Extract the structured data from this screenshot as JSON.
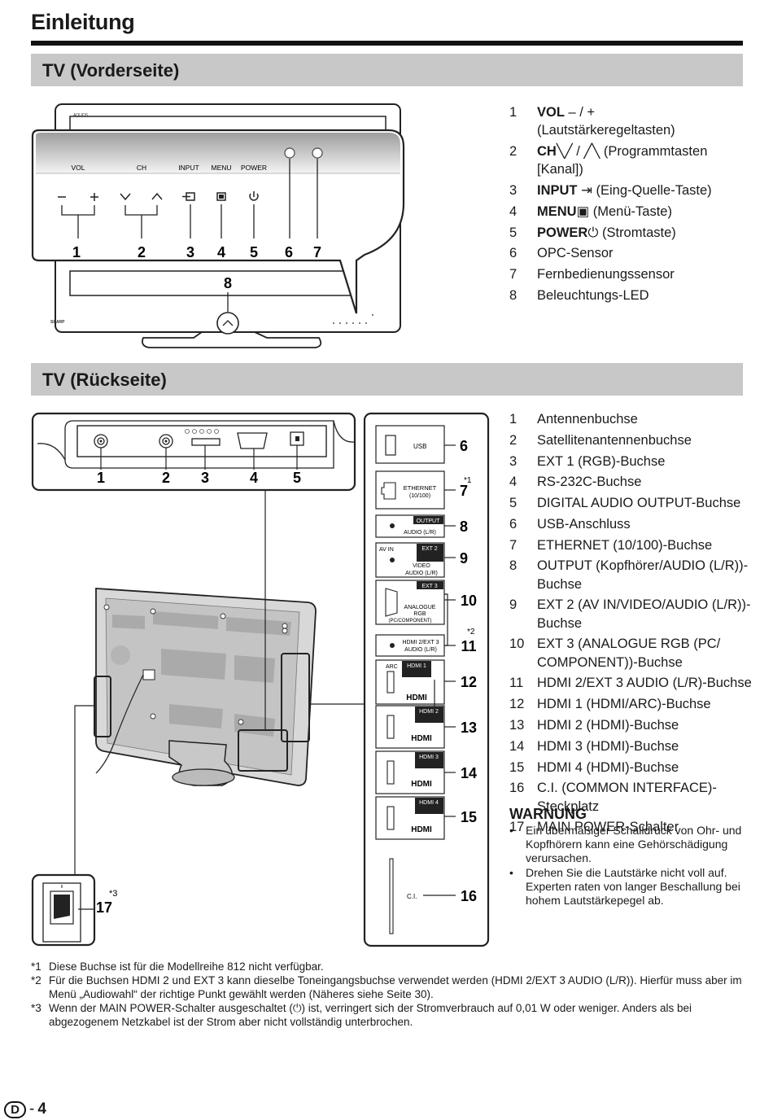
{
  "page": {
    "title": "Einleitung",
    "page_letter": "D",
    "page_sep": "-",
    "page_number": "4"
  },
  "front": {
    "section_title": "TV (Vorderseite)",
    "panel_labels": [
      "VOL",
      "CH",
      "INPUT",
      "MENU",
      "POWER"
    ],
    "callouts": [
      "1",
      "2",
      "3",
      "4",
      "5",
      "6",
      "7",
      "8"
    ],
    "brand_small": "AQUOS",
    "brand_bottom": "SHARP",
    "items": [
      {
        "num": "1",
        "bold": "VOL",
        "text": " – / +",
        "text2": "(Lautstärkeregeltasten)"
      },
      {
        "num": "2",
        "bold": "CH",
        "text": "╲╱ / ╱╲ (Programmtasten [Kanal])"
      },
      {
        "num": "3",
        "bold": "INPUT",
        "text": " ⇥ (Eing-Quelle-Taste)"
      },
      {
        "num": "4",
        "bold": "MENU",
        "text": "▣ (Menü-Taste)"
      },
      {
        "num": "5",
        "bold": "POWER",
        "text": "⏻ (Stromtaste)"
      },
      {
        "num": "6",
        "bold": "",
        "text": "OPC-Sensor"
      },
      {
        "num": "7",
        "bold": "",
        "text": "Fernbedienungssensor"
      },
      {
        "num": "8",
        "bold": "",
        "text": "Beleuchtungs-LED"
      }
    ]
  },
  "back": {
    "section_title": "TV (Rückseite)",
    "port_labels": {
      "usb": "USB",
      "ethernet": "ETHERNET",
      "ethernet_sub": "(10/100)",
      "output_tag": "OUTPUT",
      "audio_lr": "AUDIO (L/R)",
      "ext2": "EXT 2",
      "av_in": "AV IN",
      "video": "VIDEO",
      "video_audio": "AUDIO (L/R)",
      "ext3": "EXT 3",
      "analogue": "ANALOGUE",
      "rgb": "RGB",
      "pc_component": "(PC/COMPONENT)",
      "hdmi2ext3": "HDMI 2/EXT 3",
      "hdmi2ext3_audio": "AUDIO (L/R)",
      "arc": "ARC",
      "hdmi1": "HDMI 1",
      "hdmi2": "HDMI 2",
      "hdmi3": "HDMI 3",
      "hdmi4": "HDMI 4",
      "hdmi_logo": "HDMI",
      "ci": "C.I."
    },
    "note_marks": {
      "n1": "*1",
      "n2": "*2",
      "n3": "*3"
    },
    "callouts": [
      "1",
      "2",
      "3",
      "4",
      "5",
      "6",
      "7",
      "8",
      "9",
      "10",
      "11",
      "12",
      "13",
      "14",
      "15",
      "16",
      "17"
    ],
    "items": [
      {
        "num": "1",
        "text": "Antennenbuchse"
      },
      {
        "num": "2",
        "text": "Satellitenantennenbuchse"
      },
      {
        "num": "3",
        "text": "EXT 1 (RGB)-Buchse"
      },
      {
        "num": "4",
        "text": "RS-232C-Buchse"
      },
      {
        "num": "5",
        "text": "DIGITAL AUDIO OUTPUT-Buchse"
      },
      {
        "num": "6",
        "text": "USB-Anschluss"
      },
      {
        "num": "7",
        "text": "ETHERNET (10/100)-Buchse"
      },
      {
        "num": "8",
        "text": "OUTPUT (Kopfhörer/AUDIO (L/R))-Buchse"
      },
      {
        "num": "9",
        "text": "EXT 2 (AV IN/VIDEO/AUDIO (L/R))-Buchse"
      },
      {
        "num": "10",
        "text": "EXT 3 (ANALOGUE RGB (PC/ COMPONENT))-Buchse"
      },
      {
        "num": "11",
        "text": "HDMI 2/EXT 3 AUDIO (L/R)-Buchse"
      },
      {
        "num": "12",
        "text": "HDMI 1 (HDMI/ARC)-Buchse"
      },
      {
        "num": "13",
        "text": "HDMI 2 (HDMI)-Buchse"
      },
      {
        "num": "14",
        "text": "HDMI 3 (HDMI)-Buchse"
      },
      {
        "num": "15",
        "text": "HDMI 4 (HDMI)-Buchse"
      },
      {
        "num": "16",
        "text": "C.I. (COMMON INTERFACE)-Steckplatz"
      },
      {
        "num": "17",
        "text": "MAIN POWER-Schalter"
      }
    ]
  },
  "warning": {
    "title": "WARNUNG",
    "bullets": [
      "Ein übermäßiger Schalldruck von Ohr- und Kopfhörern kann eine Gehörschädigung verursachen.",
      "Drehen Sie die Lautstärke nicht voll auf. Experten raten von langer Beschallung bei hohem Lautstärkepegel ab."
    ]
  },
  "footnotes": [
    {
      "mark": "*1",
      "text": "Diese Buchse ist für die Modellreihe 812 nicht verfügbar."
    },
    {
      "mark": "*2",
      "text": "Für die Buchsen HDMI 2 und EXT 3 kann dieselbe Toneingangsbuchse verwendet werden (HDMI 2/EXT 3 AUDIO (L/R)). Hierfür muss aber im Menü „Audiowahl“ der richtige Punkt gewählt werden (Näheres siehe Seite 30)."
    },
    {
      "mark": "*3",
      "text": "Wenn der MAIN POWER-Schalter ausgeschaltet (⏻) ist, verringert sich der Stromverbrauch auf 0,01 W oder weniger. Anders als bei abgezogenem Netzkabel ist der Strom aber nicht vollständig unterbrochen."
    }
  ]
}
